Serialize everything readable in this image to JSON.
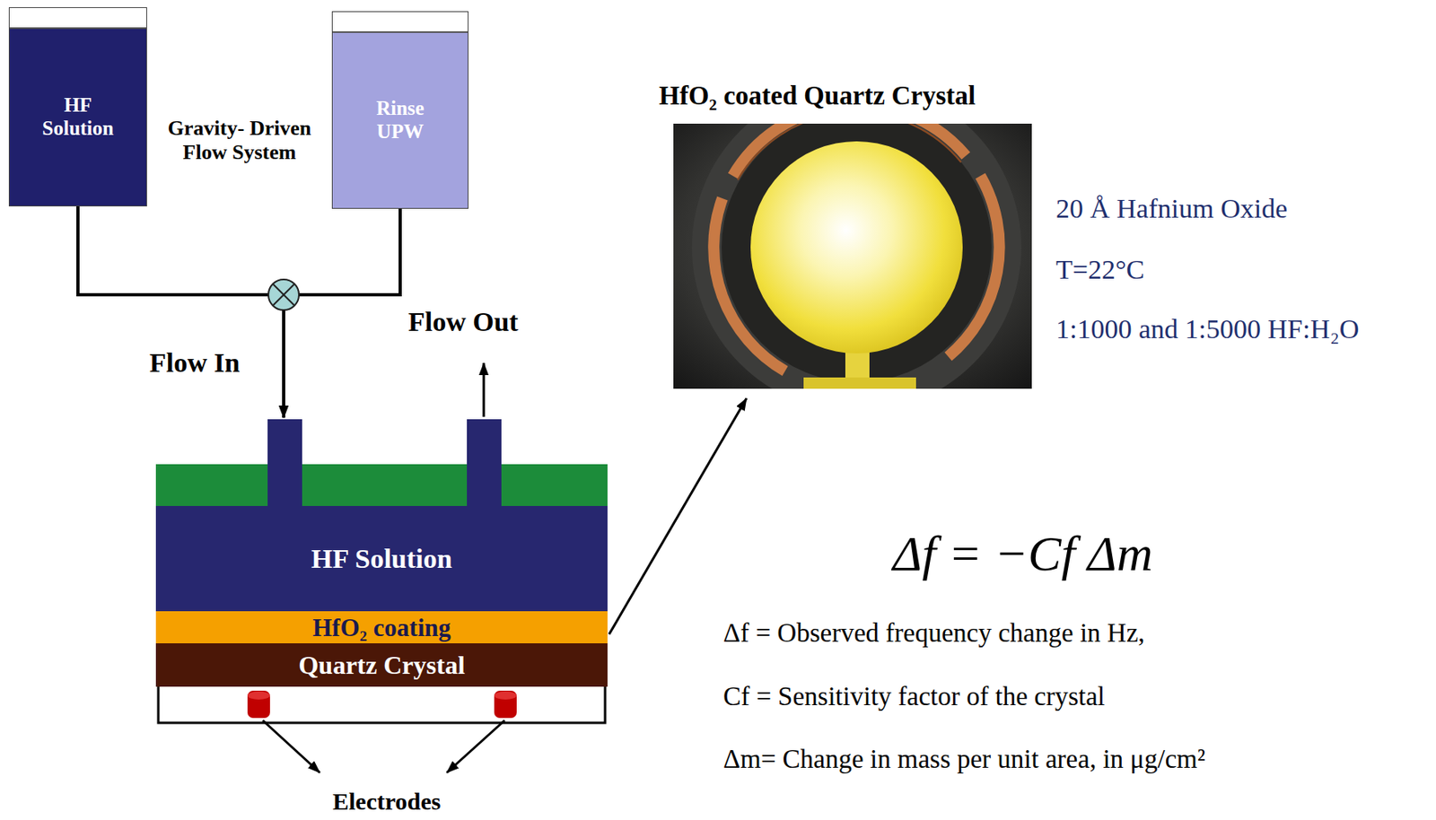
{
  "diagram": {
    "nodes": [
      {
        "text": [
          "HF Solution"
        ]
      },
      {
        "text": [
          "Rinse UPW"
        ]
      },
      {
        "text": [
          "HF Solution"
        ]
      },
      {
        "text": [
          "HfO₂ coating"
        ]
      },
      {
        "text": [
          "Quartz Crystal"
        ]
      },
      {
        "text": [
          "HfO₂ coated Quartz Crystal"
        ]
      }
    ],
    "edges": [
      {
        "from": 0,
        "to": 2,
        "arrow": "to"
      },
      {
        "from": 1,
        "to": 2,
        "arrow": "to"
      },
      {
        "from": 3,
        "to": 5,
        "arrow": "to"
      }
    ],
    "labels": [
      "Gravity- Driven Flow System",
      "Flow In",
      "Flow Out",
      "Electrodes",
      "20 Å Hafnium Oxide",
      "T=22°C",
      "1:1000 and 1:5000 HF:H₂O",
      "Δf = −Cf Δm",
      "Δf = Observed frequency change in Hz,",
      "Cf = Sensitivity factor of the crystal",
      "Δm= Change in mass per unit area, in μg/cm²"
    ]
  }
}
